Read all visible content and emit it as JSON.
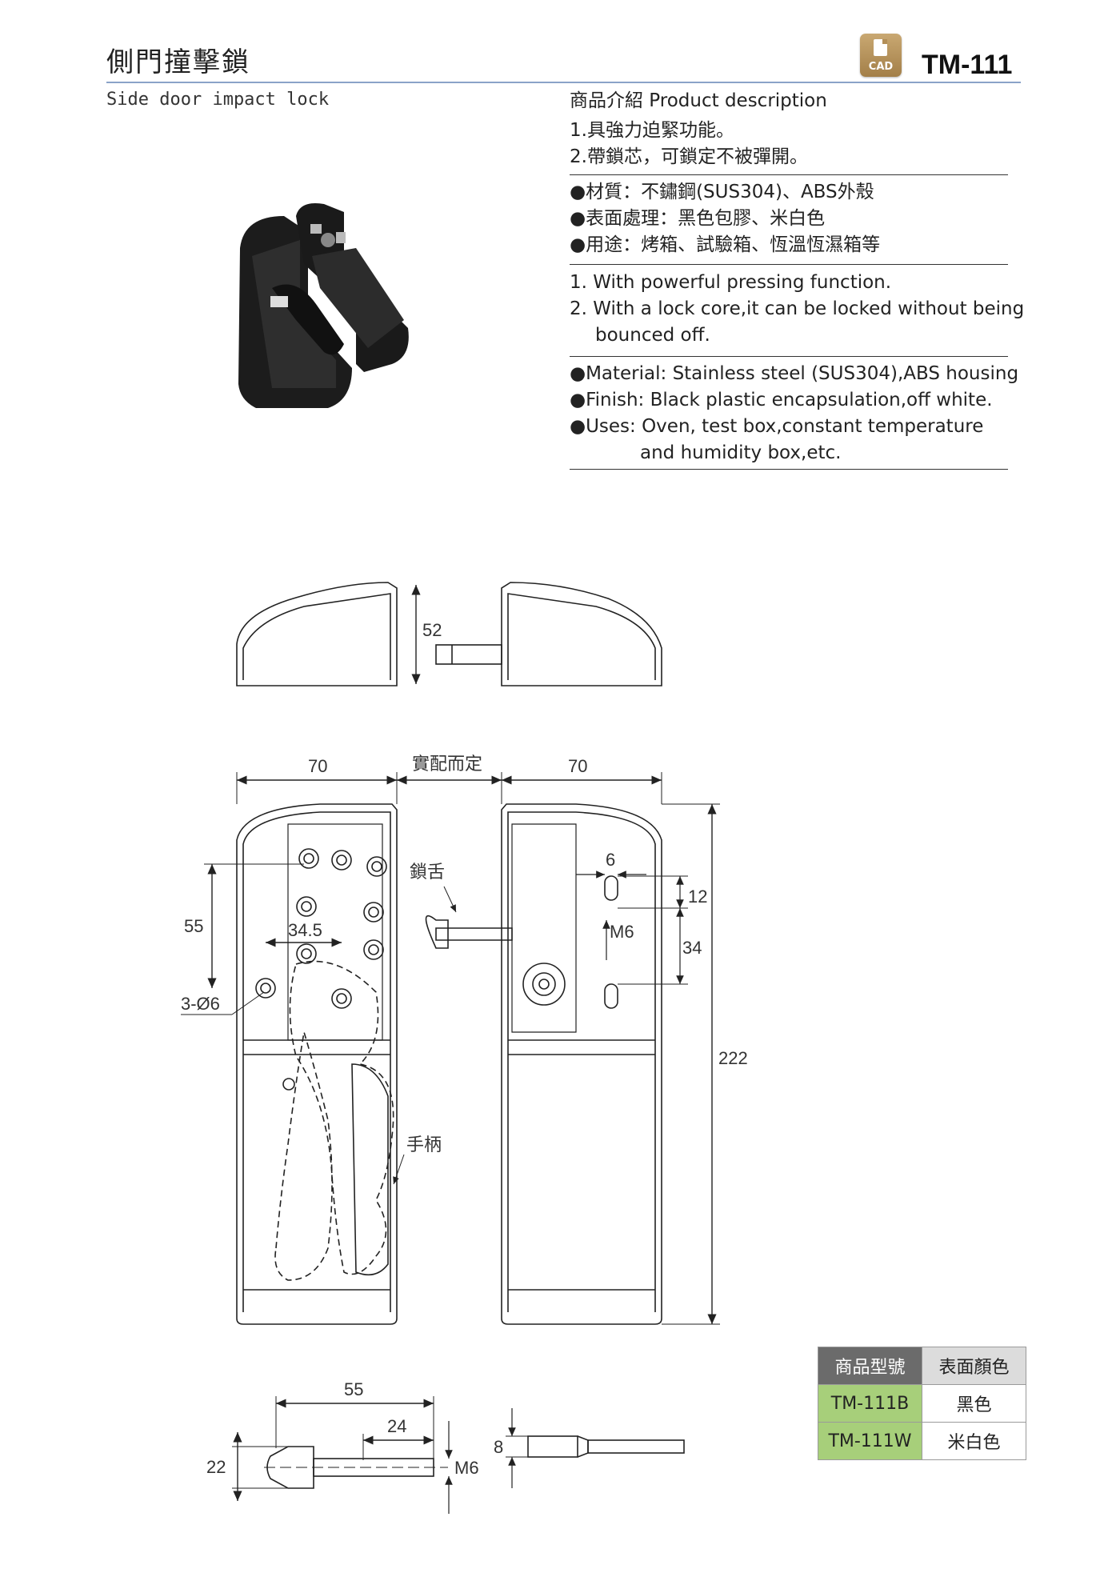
{
  "header": {
    "title_zh": "側門撞擊鎖",
    "title_en": "Side door impact lock",
    "cad_label": "CAD",
    "model_code": "TM-111"
  },
  "description": {
    "heading": "商品介紹 Product description",
    "zh_features": [
      "1.具強力迫緊功能。",
      "2.帶鎖芯，可鎖定不被彈開。"
    ],
    "zh_specs": [
      "●材質：不鏽鋼(SUS304)、ABS外殼",
      "●表面處理：黑色包膠、米白色",
      "●用途：烤箱、試驗箱、恆溫恆濕箱等"
    ],
    "en_features": [
      "1. With powerful pressing function.",
      "2. With a lock core,it can be locked without being",
      "bounced off."
    ],
    "en_specs": [
      "●Material: Stainless steel (SUS304),ABS housing",
      "●Finish: Black plastic encapsulation,off white.",
      "●Uses: Oven, test box,constant temperature",
      "and humidity box,etc."
    ]
  },
  "drawing": {
    "top_view_height": "52",
    "width_left": "70",
    "width_right": "70",
    "gap_label": "實配而定",
    "tongue_label": "鎖舌",
    "handle_label": "手柄",
    "dim_55": "55",
    "dim_34_5": "34.5",
    "holes_label": "3-Ø6",
    "dim_6": "6",
    "dim_12": "12",
    "dim_34": "34",
    "thread_label": "M6",
    "total_height": "222",
    "tongue_length": "55",
    "tongue_thread_length": "24",
    "tongue_height": "22",
    "tongue_thread": "M6",
    "pin_diameter": "8"
  },
  "spec_table": {
    "headers": [
      "商品型號",
      "表面顏色"
    ],
    "rows": [
      [
        "TM-111B",
        "黑色"
      ],
      [
        "TM-111W",
        "米白色"
      ]
    ]
  },
  "colors": {
    "header_rule": "#8aa3c8",
    "cad_badge": "#b38f58",
    "table_header": "#6b6b6b",
    "table_model_cell": "#a7cf7a"
  }
}
